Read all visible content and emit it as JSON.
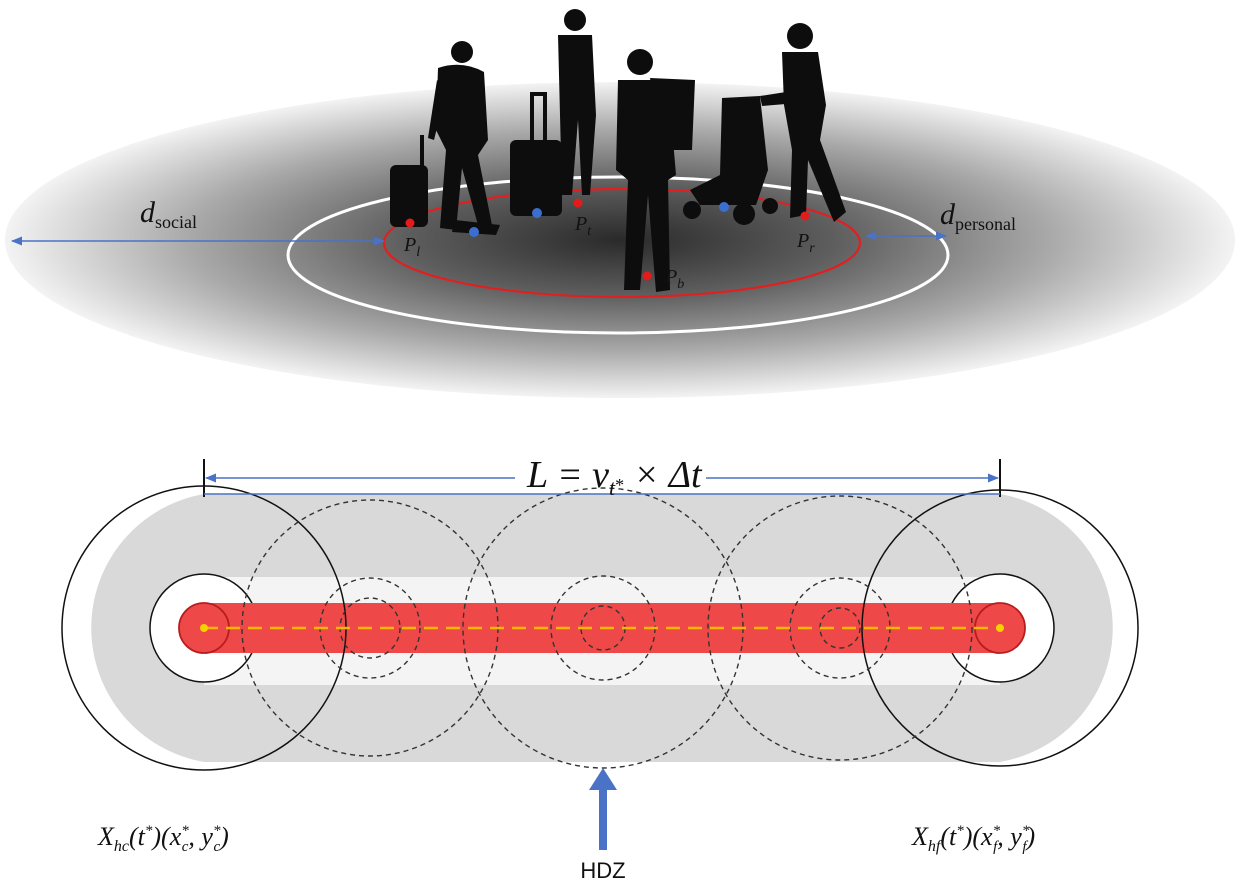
{
  "top_panel": {
    "labels": {
      "d_social": {
        "main": "d",
        "sub": "social"
      },
      "d_personal": {
        "main": "d",
        "sub": "personal"
      },
      "p_l": {
        "main": "P",
        "sub": "l"
      },
      "p_t": {
        "main": "P",
        "sub": "t"
      },
      "p_b": {
        "main": "P",
        "sub": "b"
      },
      "p_r": {
        "main": "P",
        "sub": "r"
      }
    },
    "colors": {
      "boundary_red": "#e02020",
      "personal_ring": "#ffffff",
      "arrow_blue": "#4a72c6",
      "point_red": "#e41b1b",
      "point_blue": "#3a6fd0",
      "silhouette": "#0d0d0d"
    }
  },
  "bottom_panel": {
    "length_equation": {
      "lhs": "L",
      "eq": " = v",
      "sub": "t",
      "sup": "*",
      "tail": " × Δt"
    },
    "start_label": {
      "X": "X",
      "X_sub": "hc",
      "arg": "(t",
      "arg_sup": "*",
      "coords_open": ")(x",
      "x_sup": "*",
      "x_sub": "c",
      "comma": ", y",
      "y_sup": "*",
      "y_sub": "c",
      "close": ")"
    },
    "end_label": {
      "X": "X",
      "X_sub": "hf",
      "arg": "(t",
      "arg_sup": "*",
      "coords_open": ")(x",
      "x_sup": "*",
      "x_sub": "f",
      "comma": ", y",
      "y_sup": "*",
      "y_sub": "f",
      "close": ")"
    },
    "zone_label": "HDZ",
    "colors": {
      "outer_zone": "#d9d9d9",
      "inner_zone": "#f4f4f4",
      "core_zone": "#ef4848",
      "core_stroke": "#b81d1d",
      "trajectory": "#f2b800",
      "arrow_blue": "#4a72c6"
    }
  }
}
